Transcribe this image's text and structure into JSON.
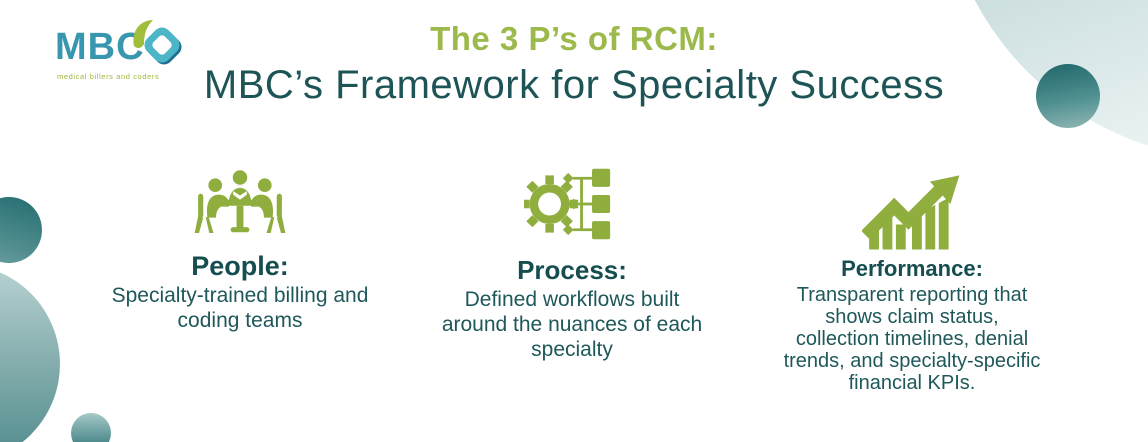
{
  "logo": {
    "name": "MBC",
    "tagline": "medical billers and coders"
  },
  "title": {
    "line1": "The 3 P’s of RCM:",
    "line2": "MBC’s Framework for Specialty Success"
  },
  "columns": [
    {
      "icon": "people-meeting-icon",
      "heading": "People:",
      "body": "Specialty-trained billing and coding teams"
    },
    {
      "icon": "gear-workflow-icon",
      "heading": "Process:",
      "body": "Defined workflows built around the nuances of each specialty"
    },
    {
      "icon": "growth-chart-icon",
      "heading": "Performance:",
      "body": "Transparent reporting that shows claim status, collection timelines, denial trends, and specialty-specific financial KPIs."
    }
  ],
  "colors": {
    "accent_green": "#9CBA4C",
    "icon_green": "#8FAE3E",
    "dark_teal": "#1D5456",
    "logo_teal": "#3896AE",
    "decor_teal_dark": "#2D7477",
    "decor_teal_light": "#CFE0E1"
  }
}
